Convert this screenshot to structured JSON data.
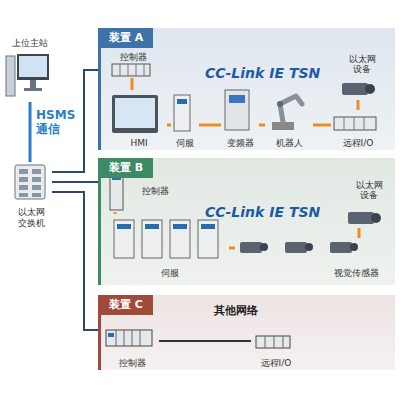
{
  "diagram": {
    "nodes": [
      {
        "text": [
          "上位主站"
        ]
      },
      {
        "text": [
          "以太网 交换机"
        ]
      },
      {
        "text": [
          "装置 A"
        ]
      },
      {
        "text": [
          "控制器"
        ],
        "in": 2
      },
      {
        "text": [
          "HMI"
        ],
        "in": 2
      },
      {
        "text": [
          "伺服"
        ],
        "in": 2
      },
      {
        "text": [
          "变频器"
        ],
        "in": 2
      },
      {
        "text": [
          "机器人"
        ],
        "in": 2
      },
      {
        "text": [
          "以太网 设备"
        ],
        "in": 2
      },
      {
        "text": [
          "远程I/O"
        ],
        "in": 2
      },
      {
        "text": [
          "装置 B"
        ]
      },
      {
        "text": [
          "控制器"
        ],
        "in": 10
      },
      {
        "text": [
          "以太网 设备"
        ],
        "in": 10
      },
      {
        "text": [
          "伺服"
        ],
        "in": 10
      },
      {
        "text": [
          "视觉传感器"
        ],
        "in": 10
      },
      {
        "text": [
          "装置 C"
        ]
      },
      {
        "text": [
          "控制器"
        ],
        "in": 15
      },
      {
        "text": [
          "远程I/O"
        ],
        "in": 15
      }
    ],
    "edges": [
      {
        "from": 0,
        "to": 1,
        "label": "HSMS 通信",
        "arrow": "none"
      },
      {
        "from": 1,
        "to": 2,
        "arrow": "none"
      },
      {
        "from": 1,
        "to": 10,
        "arrow": "none"
      },
      {
        "from": 1,
        "to": 15,
        "arrow": "none"
      },
      {
        "from": 3,
        "to": 4,
        "arrow": "none"
      },
      {
        "from": 4,
        "to": 5,
        "arrow": "none"
      },
      {
        "from": 5,
        "to": 6,
        "arrow": "none"
      },
      {
        "from": 6,
        "to": 7,
        "arrow": "none"
      },
      {
        "from": 7,
        "to": 9,
        "arrow": "none"
      },
      {
        "from": 9,
        "to": 8,
        "arrow": "none"
      },
      {
        "from": 11,
        "to": 13,
        "arrow": "none"
      },
      {
        "from": 13,
        "to": 14,
        "arrow": "none"
      },
      {
        "from": 14,
        "to": 12,
        "arrow": "none"
      },
      {
        "from": 16,
        "to": 17,
        "arrow": "none"
      }
    ],
    "labels": [
      "CC-Link IE TSN",
      "CC-Link IE TSN",
      "其他网络"
    ]
  }
}
